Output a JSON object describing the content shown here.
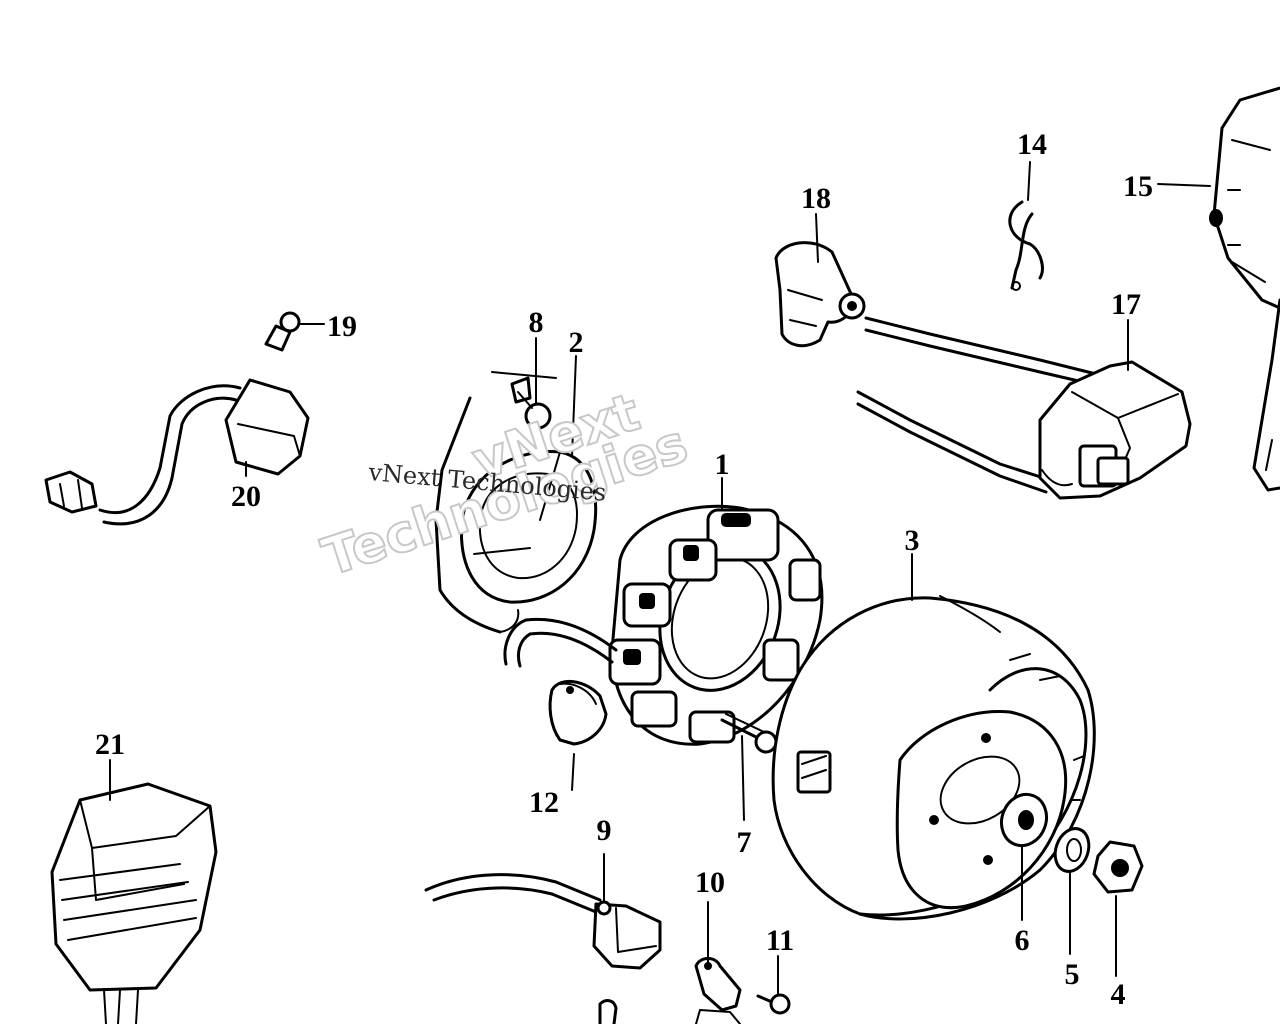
{
  "diagram": {
    "callouts": {
      "p1": "1",
      "p2": "2",
      "p3": "3",
      "p4": "4",
      "p5": "5",
      "p6": "6",
      "p7": "7",
      "p8": "8",
      "p9": "9",
      "p10": "10",
      "p11": "11",
      "p12": "12",
      "p14": "14",
      "p15": "15",
      "p17": "17",
      "p18": "18",
      "p19": "19",
      "p20": "20",
      "p21": "21"
    },
    "watermark": {
      "logo_line1": "vNext",
      "logo_line2": "Technologies",
      "text": "vNext Technologies"
    }
  }
}
